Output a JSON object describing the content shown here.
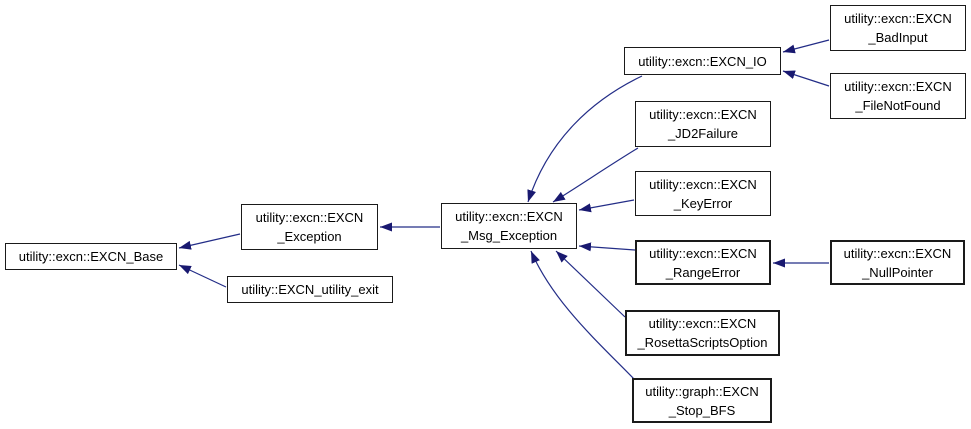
{
  "diagram": {
    "type": "doxygen-inheritance-graph",
    "edge_color": "#191970",
    "arrowhead_color": "#191970",
    "node_border_color": "#1a1a1a",
    "node_fill_color": "#ffffff",
    "nodes": [
      {
        "id": "excn-base",
        "label": "utility::excn::EXCN_Base"
      },
      {
        "id": "excn-exception",
        "label": "utility::excn::EXCN\n_Exception"
      },
      {
        "id": "excn-utility-exit",
        "label": "utility::EXCN_utility_exit"
      },
      {
        "id": "excn-msg-exception",
        "label": "utility::excn::EXCN\n_Msg_Exception"
      },
      {
        "id": "excn-io",
        "label": "utility::excn::EXCN_IO"
      },
      {
        "id": "excn-bad-input",
        "label": "utility::excn::EXCN\n_BadInput"
      },
      {
        "id": "excn-file-not-found",
        "label": "utility::excn::EXCN\n_FileNotFound"
      },
      {
        "id": "excn-jd2-failure",
        "label": "utility::excn::EXCN\n_JD2Failure"
      },
      {
        "id": "excn-key-error",
        "label": "utility::excn::EXCN\n_KeyError"
      },
      {
        "id": "excn-range-error",
        "label": "utility::excn::EXCN\n_RangeError"
      },
      {
        "id": "excn-null-pointer",
        "label": "utility::excn::EXCN\n_NullPointer"
      },
      {
        "id": "excn-rosetta-scripts-option",
        "label": "utility::excn::EXCN\n_RosettaScriptsOption"
      },
      {
        "id": "graph-excn-stop-bfs",
        "label": "utility::graph::EXCN\n_Stop_BFS"
      }
    ],
    "edges": [
      {
        "from": "excn-exception",
        "to": "excn-base"
      },
      {
        "from": "excn-utility-exit",
        "to": "excn-base"
      },
      {
        "from": "excn-msg-exception",
        "to": "excn-exception"
      },
      {
        "from": "excn-io",
        "to": "excn-msg-exception"
      },
      {
        "from": "excn-jd2-failure",
        "to": "excn-msg-exception"
      },
      {
        "from": "excn-key-error",
        "to": "excn-msg-exception"
      },
      {
        "from": "excn-range-error",
        "to": "excn-msg-exception"
      },
      {
        "from": "excn-rosetta-scripts-option",
        "to": "excn-msg-exception"
      },
      {
        "from": "graph-excn-stop-bfs",
        "to": "excn-msg-exception"
      },
      {
        "from": "excn-bad-input",
        "to": "excn-io"
      },
      {
        "from": "excn-file-not-found",
        "to": "excn-io"
      },
      {
        "from": "excn-null-pointer",
        "to": "excn-range-error"
      }
    ]
  }
}
